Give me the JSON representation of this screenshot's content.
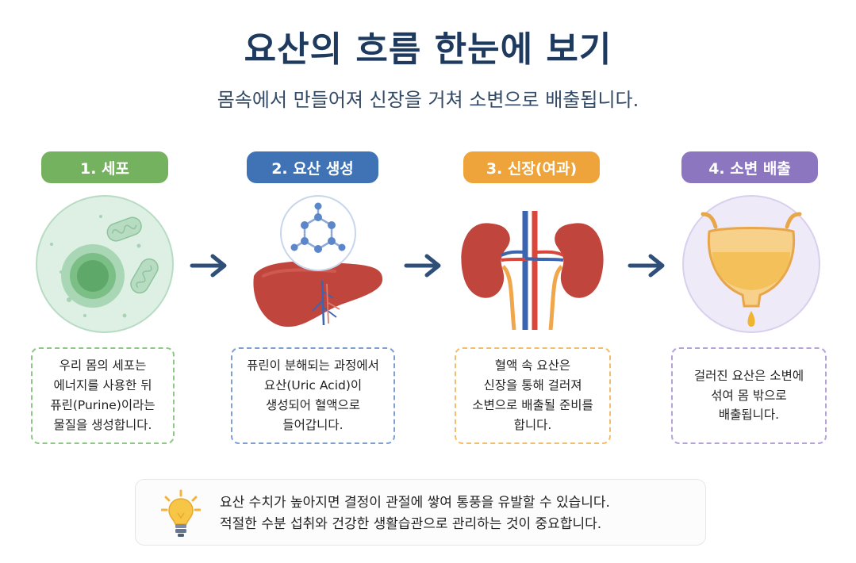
{
  "title": "요산의 흐름 한눈에 보기",
  "subtitle": "몸속에서 만들어져 신장을 거쳐 소변으로 배출됩니다.",
  "steps": [
    {
      "label": "1. 세포",
      "color": "#75b25f",
      "lines": [
        "우리 몸의 세포는",
        "에너지를 사용한 뒤",
        "퓨린(Purine)이라는",
        "물질을 생성합니다."
      ]
    },
    {
      "label": "2. 요산 생성",
      "color": "#3f73b6",
      "lines": [
        "퓨린이 분해되는 과정에서",
        "요산(Uric Acid)이",
        "생성되어 혈액으로",
        "들어갑니다."
      ]
    },
    {
      "label": "3. 신장(여과)",
      "color": "#eea43a",
      "lines": [
        "혈액 속 요산은",
        "신장을 통해 걸러져",
        "소변으로 배출될 준비를",
        "합니다."
      ]
    },
    {
      "label": "4. 소변 배출",
      "color": "#8d76c0",
      "lines": [
        "걸러진 요산은 소변에",
        "섞여 몸 밖으로",
        "배출됩니다."
      ]
    }
  ],
  "tip": {
    "lines": [
      "요산 수치가 높아지면 결정이 관절에 쌓여 통풍을 유발할 수 있습니다.",
      "적절한 수분 섭취와 건강한 생활습관으로 관리하는 것이 중요합니다."
    ],
    "icon": "lightbulb-icon"
  },
  "icons": [
    "cell-icon",
    "liver-icon",
    "molecule-icon",
    "kidney-icon",
    "bladder-icon",
    "arrow-right-icon"
  ]
}
